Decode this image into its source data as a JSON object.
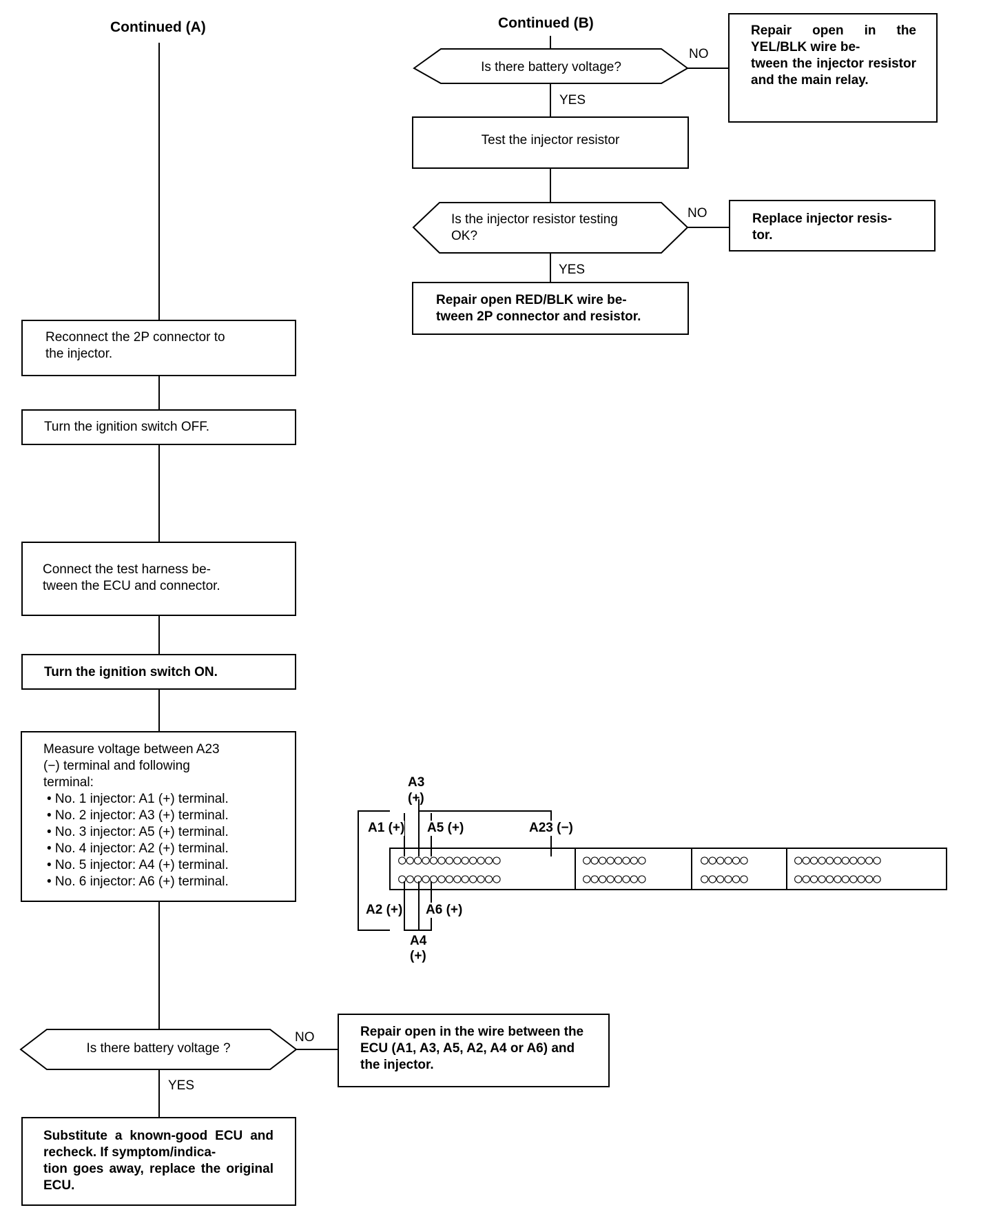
{
  "headings": {
    "left": "Continued (A)",
    "right": "Continued (B)"
  },
  "branch_labels": {
    "no": "NO",
    "yes": "YES"
  },
  "right_column": {
    "q_battery_voltage": "Is there battery voltage?",
    "repair_yel_blk": "Repair open in the YEL/BLK wire be-\ntween the injector resistor and the main relay.",
    "test_resistor": "Test the injector resistor",
    "q_resistor_ok": "Is the injector resistor testing\nOK?",
    "replace_resistor": "Replace injector resis-\ntor.",
    "repair_red_blk": "Repair open RED/BLK wire be-\ntween 2P connector and resistor."
  },
  "left_column": {
    "reconnect": "Reconnect the 2P connector to\nthe injector.",
    "ignition_off": "Turn the ignition switch OFF.",
    "connect_harness": "Connect the test harness be-\ntween the ECU and connector.",
    "ignition_on": "Turn the ignition switch ON.",
    "measure_intro": "Measure voltage between A23\n(−) terminal and following\nterminal:",
    "measure_items": [
      "• No. 1 injector: A1 (+) terminal.",
      "• No. 2 injector: A3 (+) terminal.",
      "• No. 3 injector: A5 (+) terminal.",
      "• No. 4 injector: A2 (+) terminal.",
      "• No. 5 injector: A4 (+) terminal.",
      "• No. 6 injector: A6 (+) terminal."
    ],
    "q_battery_voltage": "Is there battery voltage ?",
    "repair_ecu_wire": "Repair open in the wire between the ECU (A1, A3, A5, A2, A4 or A6) and the injector.",
    "substitute_ecu": "Substitute a known-good ECU and recheck. If symptom/indica-\ntion goes away, replace the original ECU."
  },
  "connector": {
    "a3": "A3",
    "a3_sign": "(+)",
    "a1": "A1 (+)",
    "a5": "A5 (+)",
    "a23": "A23 (−)",
    "a2": "A2 (+)",
    "a6": "A6 (+)",
    "a4": "A4",
    "a4_sign": "(+)"
  }
}
